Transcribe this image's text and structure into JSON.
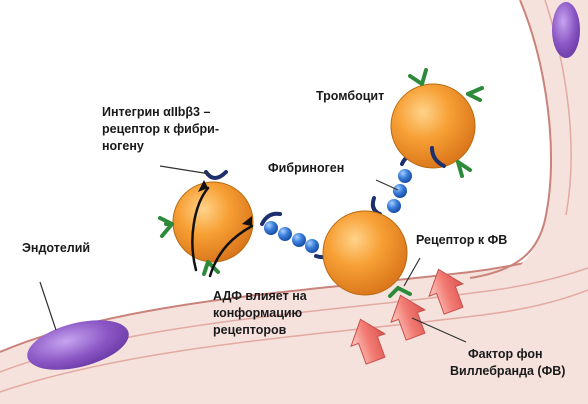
{
  "labels": {
    "integrin_line1": "Интегрин αIIbβ3 –",
    "integrin_line2": "рецептор к фибри-",
    "integrin_line3": "ногену",
    "platelet": "Тромбоцит",
    "fibrinogen": "Фибриноген",
    "endothelium": "Эндотелий",
    "vwf_receptor": "Рецептор к ФВ",
    "adp_line1": "АДФ влияет на",
    "adp_line2": "конформацию",
    "adp_line3": "рецепторов",
    "vwf_line1": "Фактор фон",
    "vwf_line2": "Виллебранда (ФВ)"
  },
  "colors": {
    "vessel_wall": "#f6e2dd",
    "vessel_stripe": "#e0a8a0",
    "vessel_edge": "#c9837b",
    "platelet_fill": "#f5982a",
    "platelet_edge": "#b86a0f",
    "fibrinogen_bead": "#2d6fcf",
    "receptor": "#1e2f6e",
    "vwf_receptor": "#2d8a3a",
    "nucleus": "#8a56c4",
    "vwf_arrow": "#f07a7a"
  }
}
